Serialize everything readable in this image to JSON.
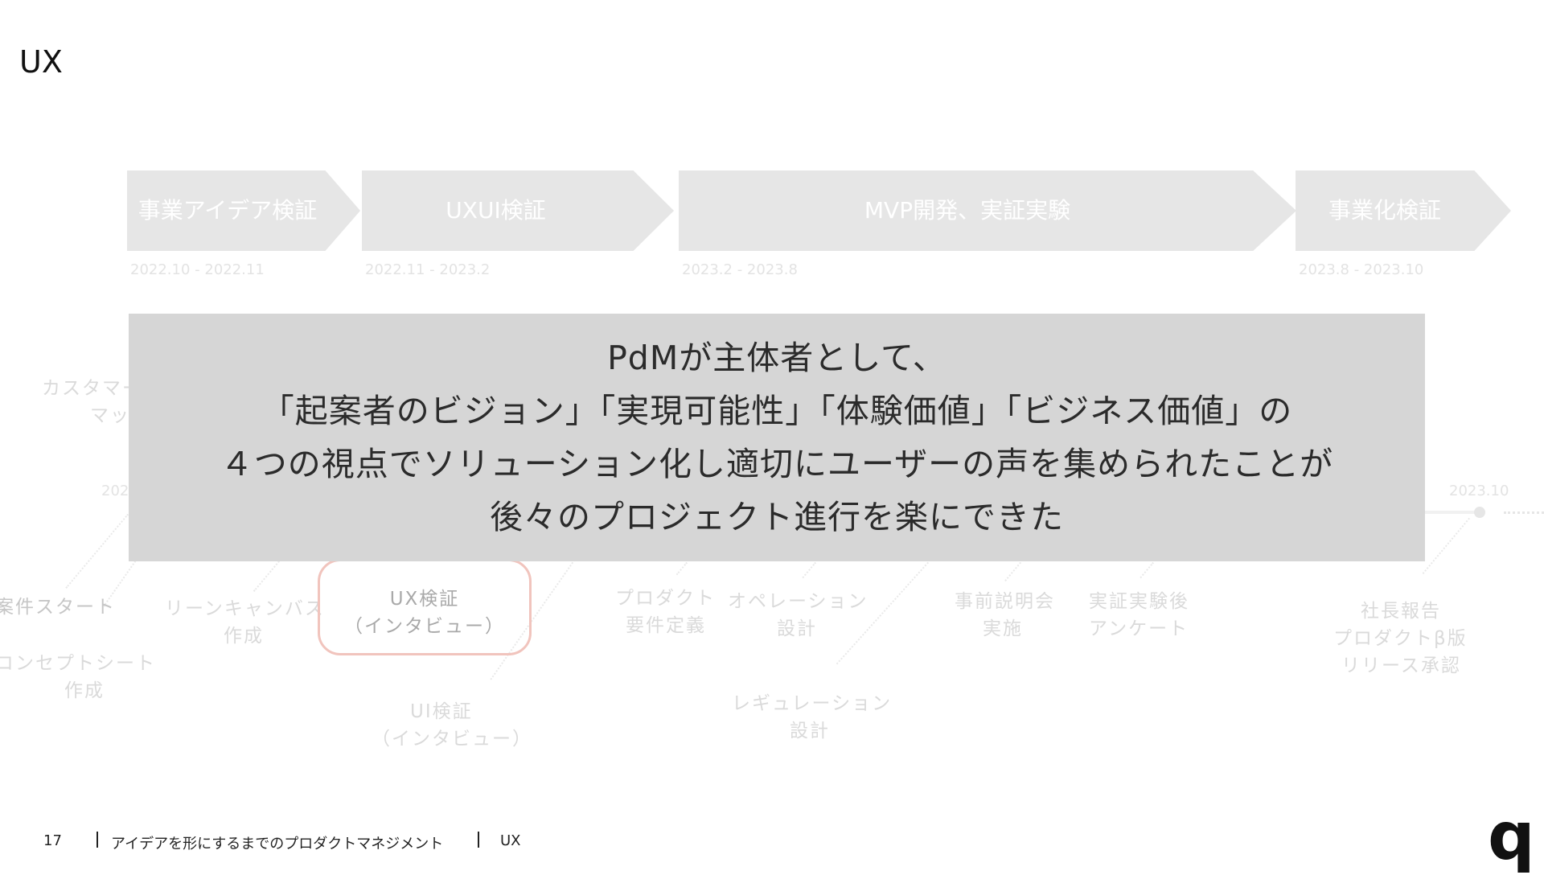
{
  "page": {
    "title": "UX"
  },
  "phases": [
    {
      "label": "事業アイデア検証",
      "date": "2022.10 -  2022.11"
    },
    {
      "label": "UXUI検証",
      "date": "2022.11 -  2023.2"
    },
    {
      "label": "MVP開発、実証実験",
      "date": "2023.2 -  2023.8"
    },
    {
      "label": "事業化検証",
      "date": "2023.8 -  2023.10"
    }
  ],
  "timeline": {
    "left_date_fragment": "202",
    "right_date": "2023.10",
    "left_task_fragment": "カスタマー",
    "left_task_fragment_2": "マッ",
    "tasks": {
      "project_start": "案件スタート",
      "concept_sheet": "コンセプトシート",
      "concept_sheet_2": "作成",
      "lean_canvas": "リーンキャンバス",
      "lean_canvas_2": "作成",
      "ux_verify": "UX検証",
      "ux_verify_2": "（インタビュー）",
      "ui_verify": "UI検証",
      "ui_verify_2": "（インタビュー）",
      "product_req": "プロダクト",
      "product_req_2": "要件定義",
      "operation": "オペレーション",
      "operation_2": "設計",
      "regulation": "レギュレーション",
      "regulation_2": "設計",
      "pre_briefing": "事前説明会",
      "pre_briefing_2": "実施",
      "post_survey": "実証実験後",
      "post_survey_2": "アンケート",
      "ceo_report": "社長報告",
      "ceo_report_2": "プロダクトβ版",
      "ceo_report_3": "リリース承認"
    }
  },
  "overlay": {
    "lines": [
      "PdMが主体者として、",
      "「起案者のビジョン」「実現可能性」「体験価値」「ビジネス価値」の",
      "４つの視点でソリューション化し適切にユーザーの声を集められたことが",
      "後々のプロジェクト進行を楽にできた"
    ]
  },
  "footer": {
    "page_number": "17",
    "section_title": "アイデアを形にするまでのプロダクトマネジメント",
    "chapter": "UX",
    "logo": "q"
  }
}
